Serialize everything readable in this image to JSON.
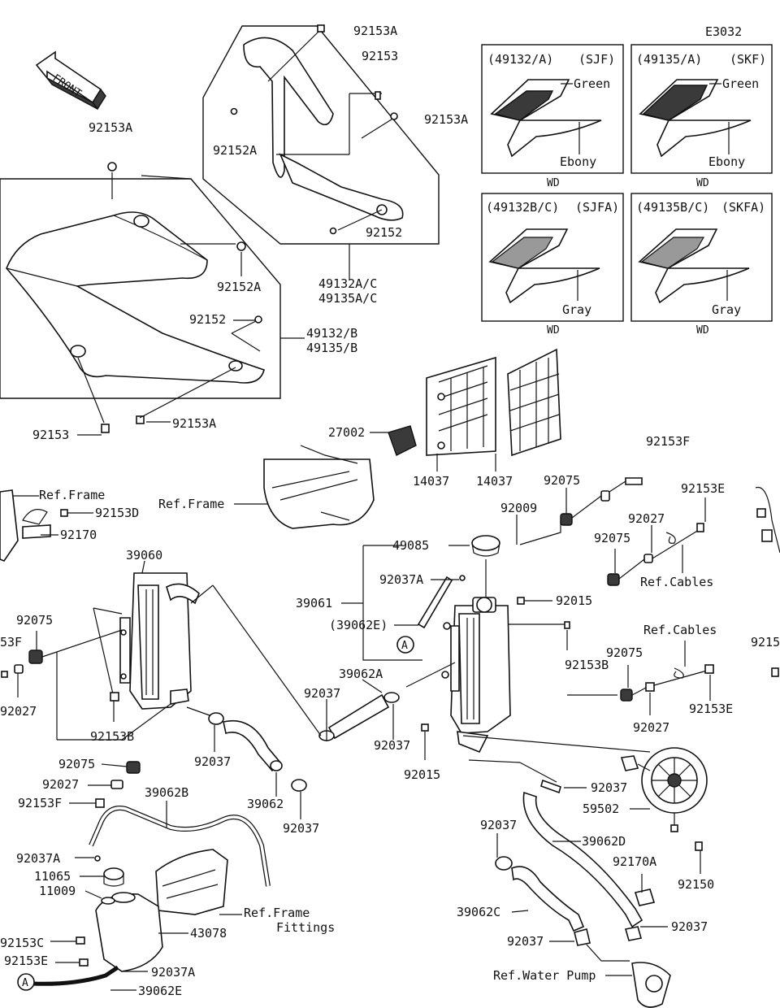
{
  "diagram_code": "E3032",
  "front_label": "FRONT",
  "parts": {
    "p92153A_top": "92153A",
    "p92153_top": "92153",
    "p92153A_right": "92153A",
    "p92152A_up": "92152A",
    "p92152_up": "92152",
    "p49132AC": "49132A/C",
    "p49135AC": "49135A/C",
    "p92153A_left": "92153A",
    "p92152A_mid": "92152A",
    "p92152_mid": "92152",
    "p49132B": "49132/B",
    "p49135B": "49135/B",
    "p92153_low": "92153",
    "p92153A_low": "92153A",
    "p27002": "27002",
    "p14037a": "14037",
    "p14037b": "14037",
    "p92153F_top": "92153F",
    "p92075_a": "92075",
    "p92009": "92009",
    "p92153E_a": "92153E",
    "p92027_a": "92027",
    "p92075_b": "92075",
    "ref_cables_a": "Ref.Cables",
    "p49085": "49085",
    "p92037A_a": "92037A",
    "p39061": "39061",
    "p39062E_ref": "(39062E)",
    "p92015_a": "92015",
    "p92153B_a": "92153B",
    "ref_cables_b": "Ref.Cables",
    "p92075_c": "92075",
    "p92153E_b": "92153E",
    "p92027_b": "92027",
    "p39062A": "39062A",
    "p92037_a": "92037",
    "p92037_b": "92037",
    "p92015_b": "92015",
    "ref_frame_a": "Ref.Frame",
    "ref_frame_b": "Ref.Frame",
    "p92153D": "92153D",
    "p92170": "92170",
    "p39060": "39060",
    "p92075_d": "92075",
    "p153F_cut": "53F",
    "p92027_c": "92027",
    "p92153B_b": "92153B",
    "p92075_e": "92075",
    "p92037_c": "92037",
    "p92027_d": "92027",
    "p39062": "39062",
    "p92037_d": "92037",
    "p92153F_b": "92153F",
    "p39062B": "39062B",
    "p92037A_b": "92037A",
    "p11065": "11065",
    "p11009": "11009",
    "ref_frame_fittings_1": "Ref.Frame",
    "ref_frame_fittings_2": "Fittings",
    "p43078": "43078",
    "p92153C": "92153C",
    "p92153E_c": "92153E",
    "p92037A_c": "92037A",
    "p39062E": "39062E",
    "marker_A": "A",
    "p92037_e": "92037",
    "p59502": "59502",
    "p92037_f": "92037",
    "p39062D": "39062D",
    "p92170A": "92170A",
    "p92150": "92150",
    "p39062C": "39062C",
    "p92037_g": "92037",
    "p92037_h": "92037",
    "ref_water_pump": "Ref.Water Pump",
    "p9215_cut": "9215"
  },
  "variants": [
    {
      "code": "(49132/A)",
      "model": "(SJF)",
      "color1": "Green",
      "color2": "Ebony",
      "note": "WD"
    },
    {
      "code": "(49135/A)",
      "model": "(SKF)",
      "color1": "Green",
      "color2": "Ebony",
      "note": "WD"
    },
    {
      "code": "(49132B/C)",
      "model": "(SJFA)",
      "color1": "Gray",
      "note": "WD"
    },
    {
      "code": "(49135B/C)",
      "model": "(SKFA)",
      "color1": "Gray",
      "note": "WD"
    }
  ]
}
